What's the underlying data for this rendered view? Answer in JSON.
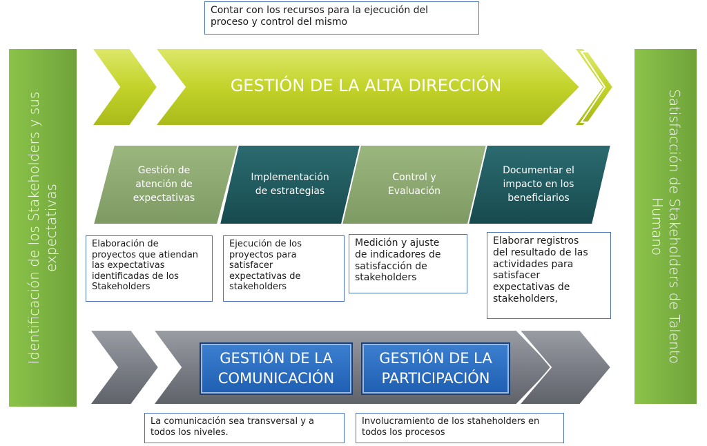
{
  "top_note": "Contar con los recursos para la ejecución del\nproceso y control del mismo",
  "left_bar": "Identificación de los Stakeholders y sus\nexpectativas",
  "right_bar": "Satisfacción de Stakeholders de Talento\nHumano",
  "top_arrow_title": "GESTIÓN DE LA ALTA DIRECCIÓN",
  "processes": [
    "Gestión de\natención de\nexpectativas",
    "Implementación\nde estrategias",
    "Control y\nEvaluación",
    "Documentar el\nimpacto en los\nbeneficiarios"
  ],
  "process_notes": [
    "Elaboración de\nproyectos que atiendan\nlas expectativas\nidentificadas de los\nStakeholders",
    "Ejecución de los\nproyectos para\nsatisfacer\nexpectativas de\nstakeholders",
    "Medición y ajuste\nde indicadores de\nsatisfacción de\nstakeholders",
    "Elaborar registros\ndel resultado de las\nactividades para\nsatisfacer\nexpectativas de\nstakeholders,"
  ],
  "bottom_boxes": [
    "GESTIÓN DE LA\nCOMUNICACIÓN",
    "GESTIÓN DE  LA\nPARTICIPACIÓN"
  ],
  "bottom_notes": [
    "La comunicación sea transversal y a\ntodos los niveles.",
    "Involucramiento de los staheholders en\ntodos los procesos"
  ],
  "colors": {
    "lime": "#c5d62b",
    "green_bar": "#7cb342",
    "sage": "#8daa6f",
    "teal": "#1f5a5e",
    "gray": "#7a7d85",
    "blue": "#2a6fc4"
  }
}
